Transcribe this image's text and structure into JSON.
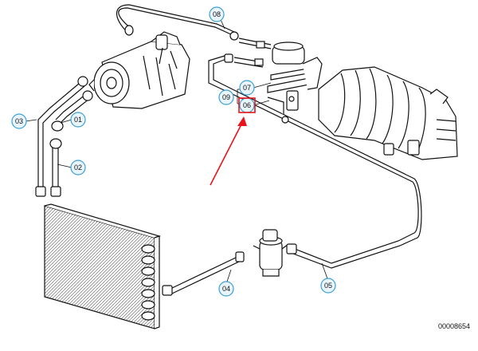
{
  "diagram": {
    "callouts": {
      "c01": "01",
      "c02": "02",
      "c03": "03",
      "c04": "04",
      "c05": "05",
      "c06": "06",
      "c07": "07",
      "c08": "08",
      "c09": "09"
    },
    "reference_code": "00008654",
    "colors": {
      "line": "#111111",
      "callout_stroke": "#3aa0d8",
      "callout_fill": "#e9f5fc",
      "highlight": "#e8141a"
    },
    "icons": [
      "compressor-icon",
      "condenser-icon",
      "receiver-drier-icon",
      "expansion-valve-icon",
      "evaporator-housing-icon"
    ]
  }
}
